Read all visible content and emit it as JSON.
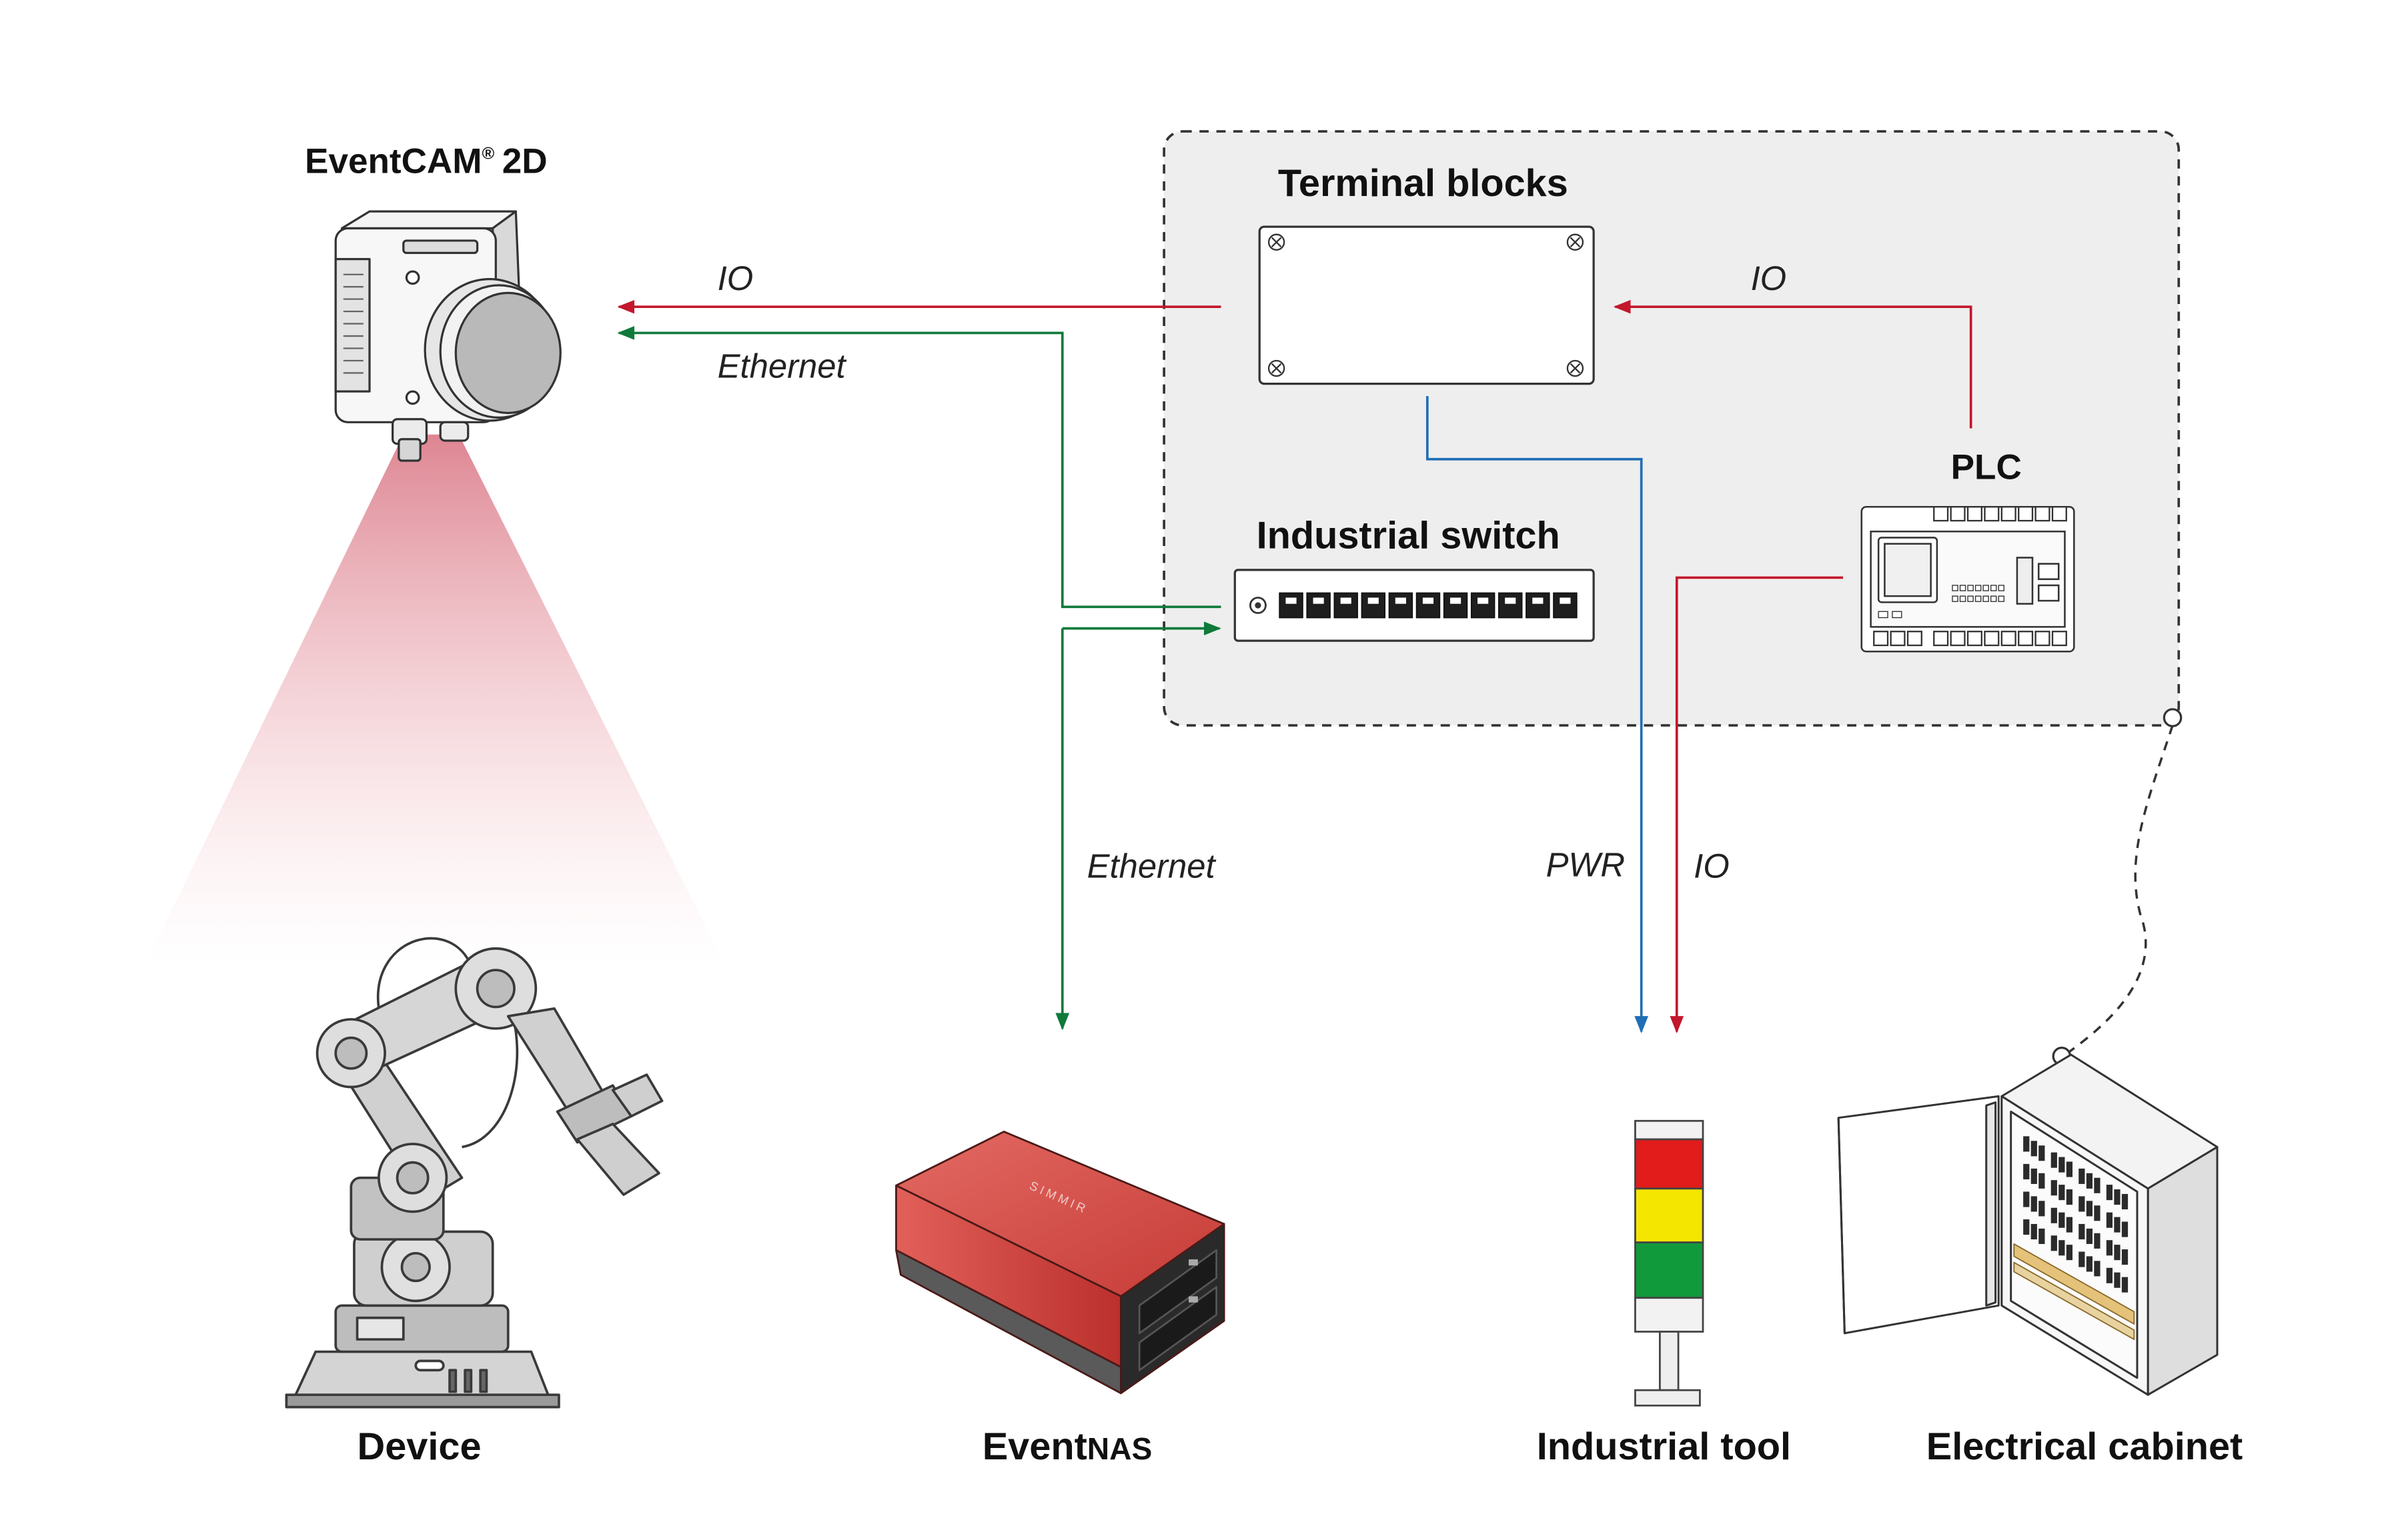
{
  "colors": {
    "io_line": "#c3172b",
    "ethernet_line": "#0f7a3a",
    "power_line": "#1f6fb5",
    "cabinet_panel": "#eeeeee",
    "nas_body": "#c83a3a",
    "light_red": "#e21b1b",
    "light_yellow": "#f5e600",
    "light_green": "#119a3c"
  },
  "labels": {
    "camera_name": "EventCAM",
    "camera_mark": "®",
    "camera_suffix": "2D",
    "terminal_blocks": "Terminal blocks",
    "industrial_switch": "Industrial switch",
    "plc": "PLC",
    "device": "Device",
    "nas_prefix": "Event",
    "nas_suffix": "NAS",
    "industrial_tool": "Industrial tool",
    "electrical_cabinet": "Electrical cabinet"
  },
  "wires": {
    "io_camera": "IO",
    "ethernet_camera": "Ethernet",
    "io_plc": "IO",
    "ethernet_nas": "Ethernet",
    "pwr_tool": "PWR",
    "io_tool": "IO"
  },
  "nas": {
    "brand_text": "SIMMIR"
  },
  "icons": {
    "camera": "industrial-camera-icon",
    "robot": "robot-arm-icon",
    "nas": "nas-storage-icon",
    "signal_tower": "signal-tower-light-icon",
    "cabinet": "electrical-cabinet-icon",
    "terminal_block": "terminal-block-icon",
    "switch": "network-switch-icon",
    "plc": "plc-controller-icon"
  }
}
